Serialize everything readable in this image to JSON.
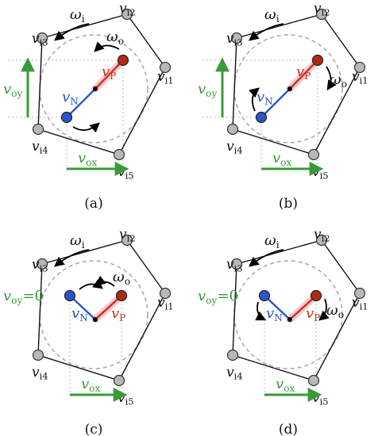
{
  "colors": {
    "green": "#3a9a3a",
    "red": "#cc3311",
    "blue": "#2a55c8",
    "vertex": "#b8b8b8",
    "dashed": "#aaaaaa"
  },
  "panels": [
    {
      "caption": "(a)",
      "omega_i": "ωi",
      "omega_o": "ωo",
      "v_p": "vP",
      "v_n": "vN",
      "v_ox": "vox",
      "v_oy": "voy",
      "vertices": [
        "vi1",
        "vi2",
        "vi3",
        "vi4",
        "vi5"
      ]
    },
    {
      "caption": "(b)",
      "omega_i": "ωi",
      "omega_o": "ωo",
      "v_p": "vP",
      "v_n": "vN",
      "v_ox": "vox",
      "v_oy": "voy",
      "vertices": [
        "vi1",
        "vi2",
        "vi3",
        "vi4",
        "vi5"
      ]
    },
    {
      "caption": "(c)",
      "omega_i": "ωi",
      "omega_o": "ωo",
      "v_p": "vP",
      "v_n": "vN",
      "v_ox": "vox",
      "v_oy": "voy=0",
      "vertices": [
        "vi1",
        "vi2",
        "vi3",
        "vi4",
        "vi5"
      ]
    },
    {
      "caption": "(d)",
      "omega_i": "ωi",
      "omega_o": "ωo",
      "v_p": "vP",
      "v_n": "vN",
      "v_ox": "vox",
      "v_oy": "voy=0",
      "vertices": [
        "vi1",
        "vi2",
        "vi3",
        "vi4",
        "vi5"
      ]
    }
  ]
}
